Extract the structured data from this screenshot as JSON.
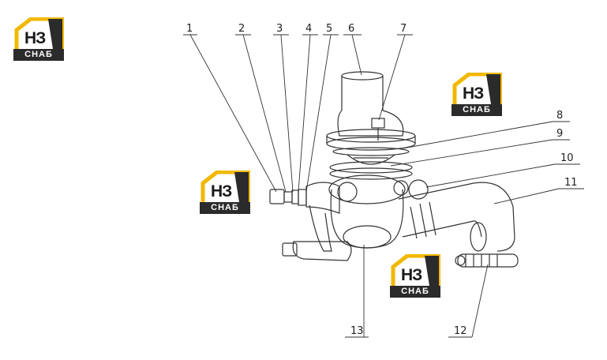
{
  "callouts": [
    {
      "label": "1"
    },
    {
      "label": "2"
    },
    {
      "label": "3"
    },
    {
      "label": "4"
    },
    {
      "label": "5"
    },
    {
      "label": "6"
    },
    {
      "label": "7"
    },
    {
      "label": "8"
    },
    {
      "label": "9"
    },
    {
      "label": "10"
    },
    {
      "label": "11"
    },
    {
      "label": "12"
    },
    {
      "label": "13"
    }
  ],
  "watermark": {
    "mark_letters": "НЗ",
    "band_text": "СНАБ"
  },
  "colors": {
    "logo_accent": "#f2b800",
    "logo_dark": "#2b2b2b",
    "line": "#333333"
  }
}
